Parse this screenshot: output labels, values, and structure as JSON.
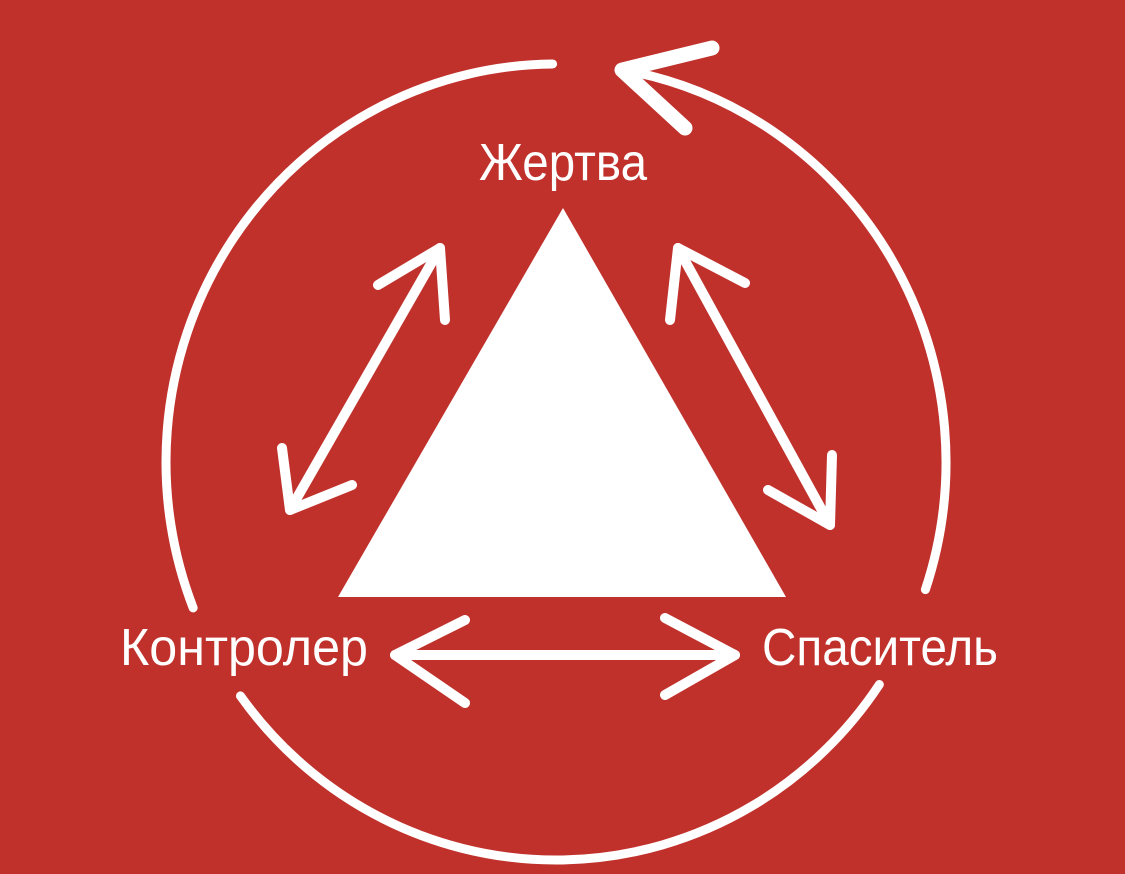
{
  "colors": {
    "background": "#c1312c",
    "foreground": "#ffffff"
  },
  "labels": {
    "top": "Жертва",
    "left": "Контролер",
    "right": "Спаситель"
  },
  "shapes": {
    "center": "triangle",
    "cycle": "circular-arrow-counterclockwise",
    "edges": [
      "double-arrow-left-edge",
      "double-arrow-right-edge",
      "double-arrow-bottom-edge"
    ]
  }
}
